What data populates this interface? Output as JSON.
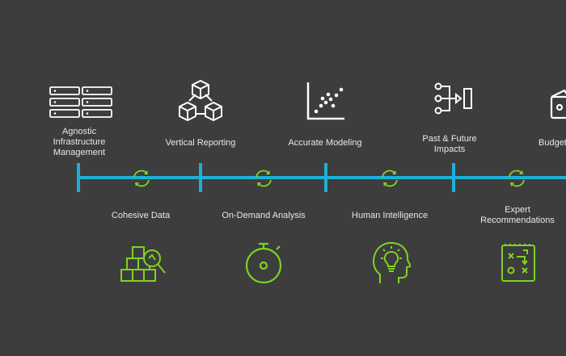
{
  "top_items": [
    {
      "label": "Agnostic\nInfrastructure\nManagement",
      "icon": "server-rack-icon"
    },
    {
      "label": "Vertical Reporting",
      "icon": "cubes-network-icon"
    },
    {
      "label": "Accurate Modeling",
      "icon": "scatter-plot-icon"
    },
    {
      "label": "Past & Future\nImpacts",
      "icon": "flow-diagram-icon"
    },
    {
      "label": "Budget",
      "icon": "wallet-icon"
    }
  ],
  "bottom_items": [
    {
      "label": "Cohesive Data",
      "icon": "boxes-magnifier-icon"
    },
    {
      "label": "On-Demand Analysis",
      "icon": "stopwatch-icon"
    },
    {
      "label": "Human Intelligence",
      "icon": "head-lightbulb-icon"
    },
    {
      "label": "Expert\nRecommendations",
      "icon": "strategy-board-icon"
    }
  ],
  "colors": {
    "background": "#3d3d3d",
    "timeline": "#1cb0d8",
    "accent_green": "#7ed321",
    "icon_white": "#ffffff"
  }
}
